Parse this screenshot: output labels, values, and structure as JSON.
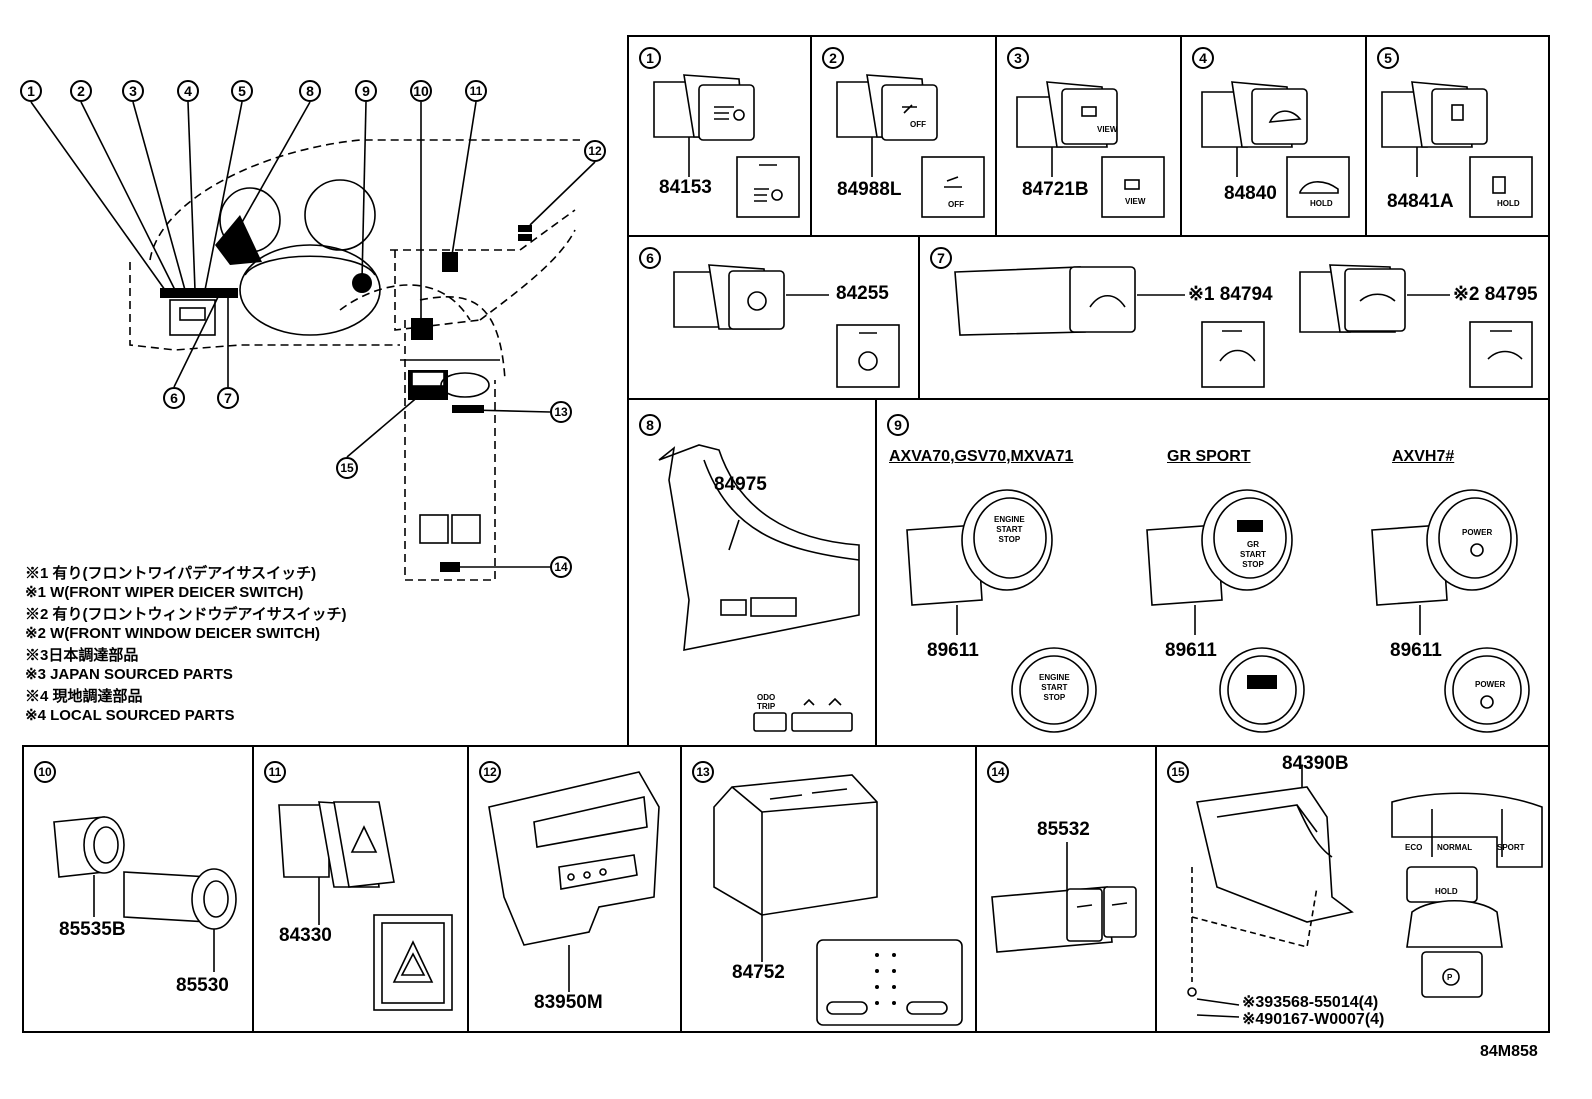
{
  "overview": {
    "callouts": [
      "1",
      "2",
      "3",
      "4",
      "5",
      "8",
      "9",
      "10",
      "11",
      "12",
      "13",
      "14",
      "15",
      "6",
      "7"
    ]
  },
  "notes": [
    "※1 有り(フロントワイパデアイサスイッチ)",
    "※1 W(FRONT WIPER DEICER SWITCH)",
    "※2 有り(フロントウィンドウデアイサスイッチ)",
    "※2 W(FRONT WINDOW DEICER SWITCH)",
    "※3日本調達部品",
    "※3 JAPAN SOURCED PARTS",
    "※4 現地調達部品",
    "※4 LOCAL SOURCED PARTS"
  ],
  "cells": {
    "c1": {
      "num": "1",
      "part": "84153",
      "icon": "headlamp-leveling-icon"
    },
    "c2": {
      "num": "2",
      "part": "84988L",
      "icon_text": "OFF"
    },
    "c3": {
      "num": "3",
      "part": "84721B",
      "icon_text": "VIEW"
    },
    "c4": {
      "num": "4",
      "part": "84840",
      "icon_text": "HOLD"
    },
    "c5": {
      "num": "5",
      "part": "84841A",
      "icon_text": "HOLD"
    },
    "c6": {
      "num": "6",
      "part": "84255"
    },
    "c7": {
      "num": "7",
      "part_a": "※1 84794",
      "part_b": "※2 84795"
    },
    "c8": {
      "num": "8",
      "part": "84975",
      "odo_label": "ODO\nTRIP"
    },
    "c9": {
      "num": "9",
      "variants": [
        {
          "label": "AXVA70,GSV70,MXVA71",
          "part": "89611",
          "btn_text": "ENGINE\nSTART\nSTOP"
        },
        {
          "label": "GR SPORT",
          "part": "89611",
          "btn_text": "GR\nSTART\nSTOP"
        },
        {
          "label": "AXVH7#",
          "part": "89611",
          "btn_text": "POWER"
        }
      ]
    },
    "c10": {
      "num": "10",
      "part_a": "85535B",
      "part_b": "85530"
    },
    "c11": {
      "num": "11",
      "part": "84330"
    },
    "c12": {
      "num": "12",
      "part": "83950M"
    },
    "c13": {
      "num": "13",
      "part": "84752"
    },
    "c14": {
      "num": "14",
      "part": "85532"
    },
    "c15": {
      "num": "15",
      "part": "84390B",
      "bolt_a": "※393568-55014(4)",
      "bolt_b": "※490167-W0007(4)",
      "mode_labels": [
        "ECO",
        "NORMAL",
        "SPORT"
      ],
      "hold_label": "HOLD"
    }
  },
  "footer_code": "84M858"
}
